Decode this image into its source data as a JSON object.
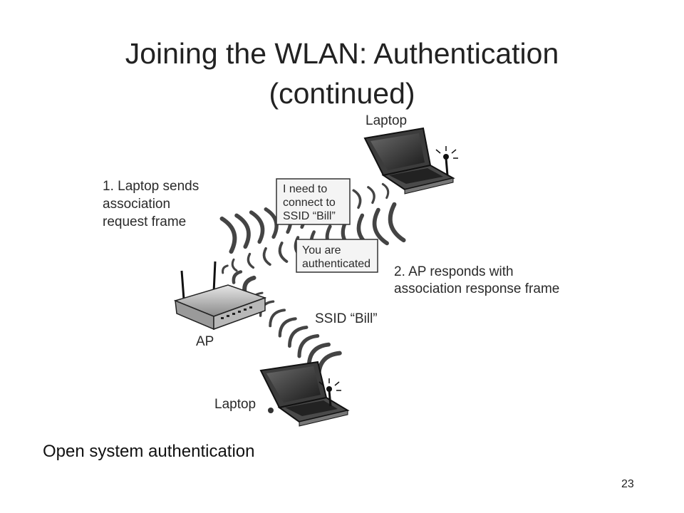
{
  "slide": {
    "title_line1": "Joining the WLAN: Authentication",
    "title_line2": "(continued)",
    "caption": "Open system authentication",
    "page_number": "23"
  },
  "diagram": {
    "laptop_top_label": "Laptop",
    "laptop_bottom_label": "Laptop",
    "ap_label": "AP",
    "step1": [
      "1. Laptop sends",
      "association",
      "request frame"
    ],
    "request_box": [
      "I need to",
      "connect to",
      "SSID “Bill”"
    ],
    "response_box": [
      "You are",
      "authenticated"
    ],
    "step2": [
      "2. AP responds with",
      "association response frame"
    ],
    "ssid_label": "SSID “Bill”"
  }
}
